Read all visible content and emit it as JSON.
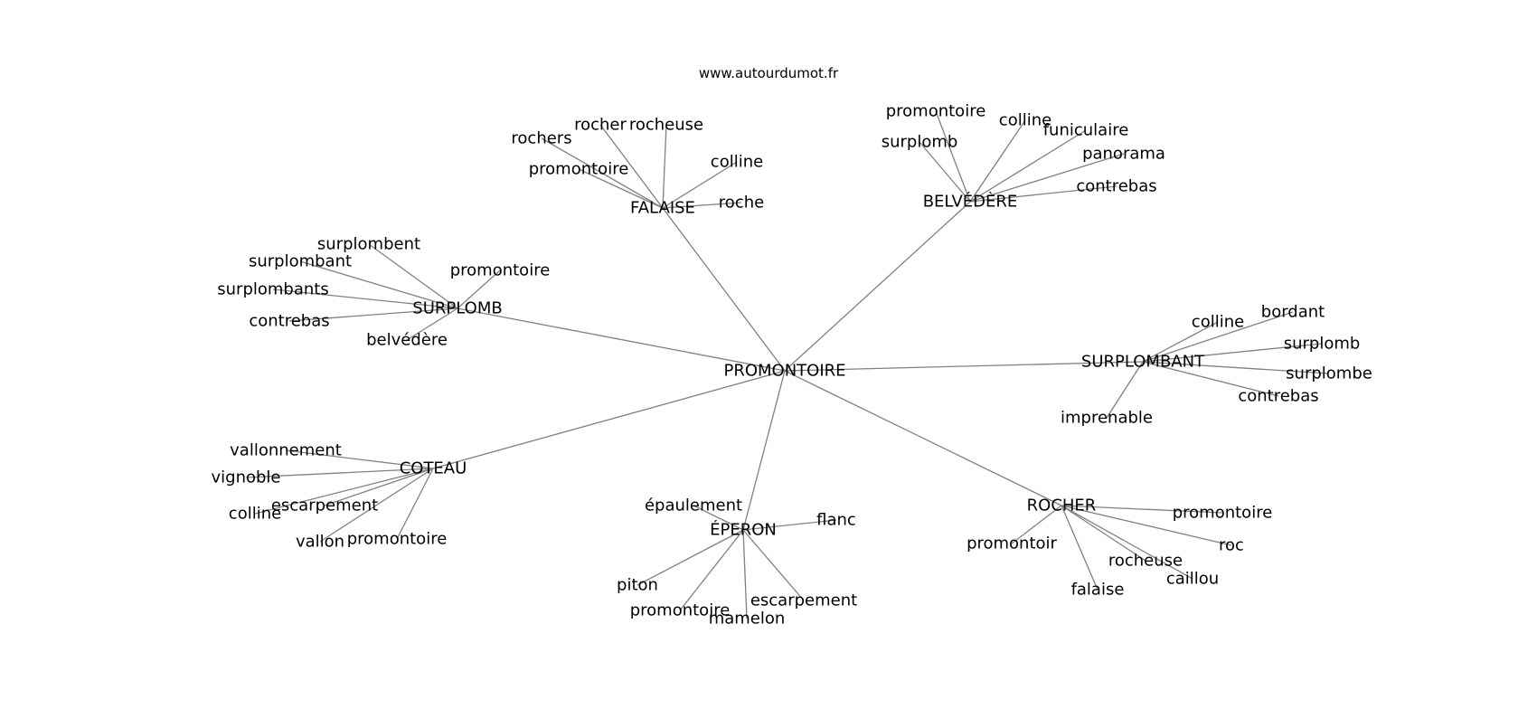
{
  "source": "www.autourdumot.fr",
  "root": "PROMONTOIRE",
  "groups": [
    {
      "word": "FALAISE",
      "children": [
        "rochers",
        "rocher",
        "rocheuse",
        "promontoire",
        "colline",
        "roche"
      ]
    },
    {
      "word": "BELVÉDÈRE",
      "children": [
        "promontoire",
        "colline",
        "surplomb",
        "funiculaire",
        "panorama",
        "contrebas"
      ]
    },
    {
      "word": "SURPLOMB",
      "children": [
        "surplombent",
        "surplombant",
        "promontoire",
        "surplombants",
        "contrebas",
        "belvédère"
      ]
    },
    {
      "word": "SURPLOMBANT",
      "children": [
        "colline",
        "bordant",
        "surplomb",
        "surplombe",
        "contrebas",
        "imprenable"
      ]
    },
    {
      "word": "COTEAU",
      "children": [
        "vallonnement",
        "vignoble",
        "escarpement",
        "colline",
        "vallon",
        "promontoire"
      ]
    },
    {
      "word": "ÉPERON",
      "children": [
        "épaulement",
        "flanc",
        "piton",
        "escarpement",
        "promontoire",
        "mamelon"
      ]
    },
    {
      "word": "ROCHER",
      "children": [
        "promontoire",
        "promontoir",
        "roc",
        "rocheuse",
        "caillou",
        "falaise"
      ]
    }
  ]
}
